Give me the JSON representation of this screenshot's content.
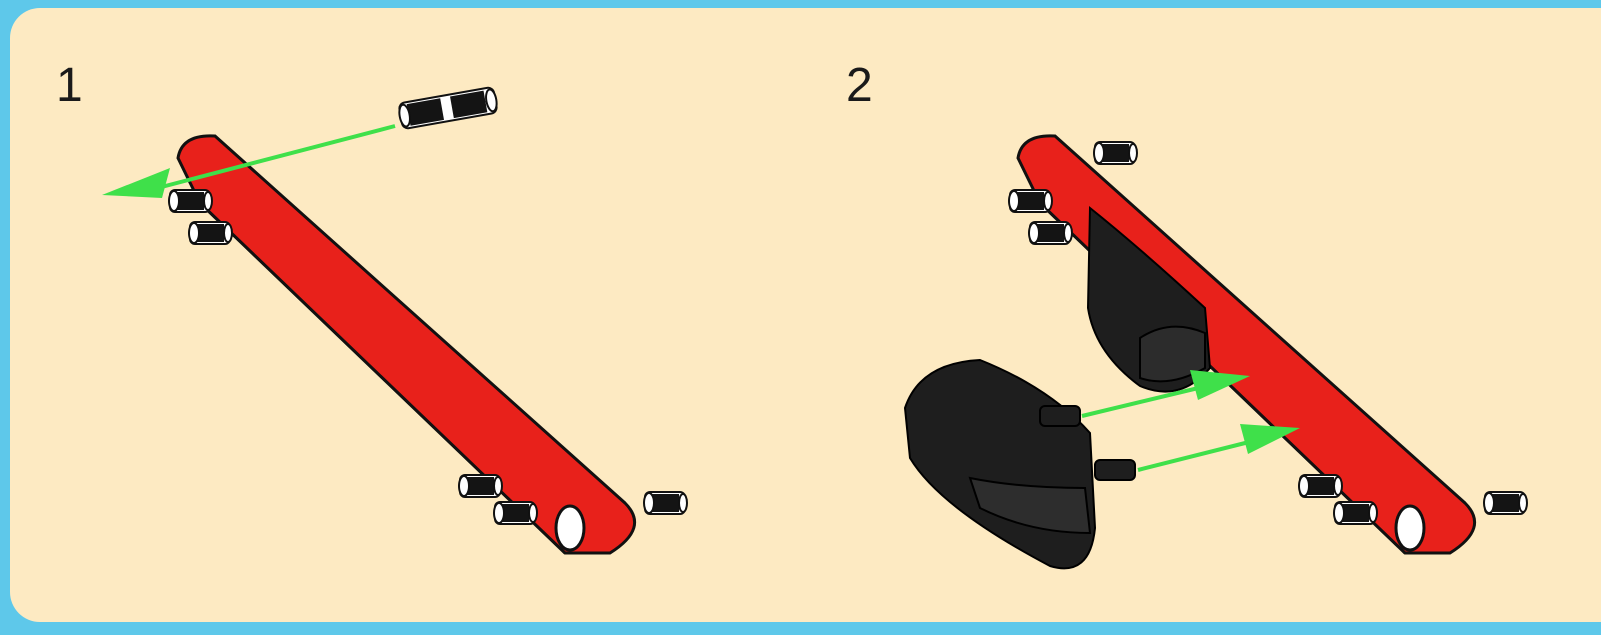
{
  "steps": [
    {
      "number": "1"
    },
    {
      "number": "2"
    }
  ],
  "colors": {
    "background_frame": "#5ec8ea",
    "panel": "#fdeac2",
    "beam": "#e8211b",
    "beam_dark": "#8a0d0a",
    "pin": "#141414",
    "arrow": "#3fe04a",
    "part_black": "#1e1e1e"
  },
  "icons": [
    "red-technic-beam",
    "black-axle-pin",
    "black-fairing-part",
    "green-assembly-arrow"
  ]
}
